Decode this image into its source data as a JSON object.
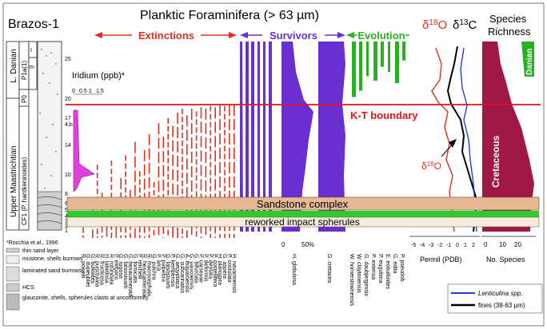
{
  "chart_data": {
    "type": "stratigraphic-range-chart",
    "section": "Brazos-1",
    "title": "Planktic Foraminifera (> 63 µm)",
    "header_labels": {
      "extinctions": "Extinctions",
      "survivors": "Survivors",
      "evolution": "Evolution",
      "d18o": "δ18O",
      "d13c": "δ13C",
      "richness": "Species Richness"
    },
    "colors": {
      "extinctions": "#e03020",
      "survivors": "#6a2fd0",
      "evolution": "#28b020",
      "boundary": "#e81010",
      "sandstone": "#e7b894",
      "spherules": "#2fcc2f",
      "iridium": "#e040e0",
      "richness_cretaceous": "#a01848",
      "richness_danian": "#28b020",
      "lenticulina": "#2040e0",
      "fines": "#000000"
    },
    "chronostratigraphy": [
      {
        "label": "L. Danian"
      },
      {
        "label": "Upper Maastrichtian"
      }
    ],
    "biozones": [
      {
        "label": "P1a(1)"
      },
      {
        "label": "P0"
      },
      {
        "label": "CF1 (P. hantkeninoides)"
      }
    ],
    "subzones": [
      "I",
      "m"
    ],
    "depth_ticks": [
      "25",
      "20",
      "17",
      "4,b",
      "14",
      "10",
      "8",
      "6",
      "5",
      "4",
      "3",
      "2",
      "1"
    ],
    "iridium": {
      "label": "Iridium (ppb)*",
      "ticks": [
        "0",
        "0.5",
        "1",
        "1.5"
      ],
      "footnote": "*Rocchia et al., 1996"
    },
    "events": {
      "kt_boundary": "K-T boundary",
      "sandstone": "Sandstone complex",
      "spherules": "reworked impact spherules"
    },
    "survivor_axis": [
      "0",
      "50%"
    ],
    "isotope_axis": {
      "ticks": [
        "-5",
        "-4",
        "-3",
        "-2",
        "-1",
        "0",
        "1",
        "2"
      ],
      "label": "Permil (PDB)",
      "d18o_in_plot": "δ18O"
    },
    "richness_axis": {
      "ticks": [
        "0",
        "10",
        "20"
      ],
      "label": "No. Species",
      "cretaceous": "Cretaceous",
      "danian": "Danian"
    },
    "lithology_legend": [
      "thin sand layer",
      "mustone, shells burrows",
      "laminated sand burrows,",
      "HCS",
      "glauconite, shells, spherules clasts at unconformity"
    ],
    "series_legend": [
      "Lenticulina spp.",
      "fines (38-63 µm)"
    ],
    "extinction_species": [
      "R. powelli",
      "G. dupeubliei",
      "G. bulloides",
      "R. punctulata",
      "R. fructicosa",
      "H. labellosa",
      "R. rotundata",
      "P. elegans",
      "G. rugosa",
      "G. falsostuarti",
      "G. hexacamerata",
      "G. fornicata",
      "P. reichelli",
      "R. hexacamerata",
      "R. macrocephala",
      "G. pulchra",
      "P. arca",
      "P. palpebra",
      "G. falsostuarti",
      "P. kempensis",
      "G. aegyptiaca",
      "G. subcarinatus",
      "A. mayaroensis",
      "G. yaucoensis",
      "G. bifurcata",
      "P. carseyae",
      "P. deformis",
      "P. dentata",
      "P. costellifera",
      "H. planispira",
      "G. aspera",
      "P. costulata",
      "H. navarroensis"
    ],
    "survivor_species": [
      "H. globulosa",
      "G. cretacea"
    ],
    "evolution_species": [
      "W. hornerstownensis",
      "W. claytonensis",
      "G. daubjergensis",
      "P. extensa",
      "P. eugubina",
      "E. eobulloides",
      "G. edita",
      "P. pseudob."
    ],
    "extinction_ranges": [
      [
        0,
        0.2,
        1
      ],
      [
        0,
        0.0,
        1
      ],
      [
        0,
        0.28,
        1
      ],
      [
        0,
        0.55,
        1
      ],
      [
        0,
        0.34,
        1
      ],
      [
        0,
        0.2,
        1
      ],
      [
        0,
        0.58,
        1
      ],
      [
        0,
        0.3,
        1
      ],
      [
        0,
        0.45,
        1
      ],
      [
        0,
        0.62,
        1
      ],
      [
        0,
        0.36,
        1
      ],
      [
        0,
        0.72,
        1
      ],
      [
        0,
        0.5,
        1
      ],
      [
        0,
        0.66,
        1
      ],
      [
        0,
        0.78,
        1
      ],
      [
        0,
        0.42,
        1
      ],
      [
        0,
        0.86,
        1
      ],
      [
        0,
        0.76,
        1
      ],
      [
        0,
        0.9,
        1
      ],
      [
        0,
        0.84,
        1
      ],
      [
        0,
        0.94,
        1
      ],
      [
        0,
        0.97,
        1
      ],
      [
        0,
        0.92,
        1
      ],
      [
        0,
        0.97,
        1
      ],
      [
        0,
        0.95,
        1
      ],
      [
        0,
        0.98,
        1
      ],
      [
        0,
        0.97,
        1
      ],
      [
        0,
        0.99,
        1
      ],
      [
        0,
        0.98,
        1
      ],
      [
        0,
        1,
        1
      ],
      [
        0,
        0.99,
        1
      ],
      [
        0,
        1,
        1
      ],
      [
        0,
        1,
        1
      ]
    ],
    "evolution_ranges": [
      [
        0.0,
        0.88
      ],
      [
        0.0,
        0.78
      ],
      [
        0.0,
        0.55
      ],
      [
        0.0,
        0.62
      ],
      [
        0.0,
        0.4
      ],
      [
        0.0,
        0.48
      ],
      [
        0.0,
        0.66
      ],
      [
        0.0,
        0.3
      ]
    ]
  }
}
